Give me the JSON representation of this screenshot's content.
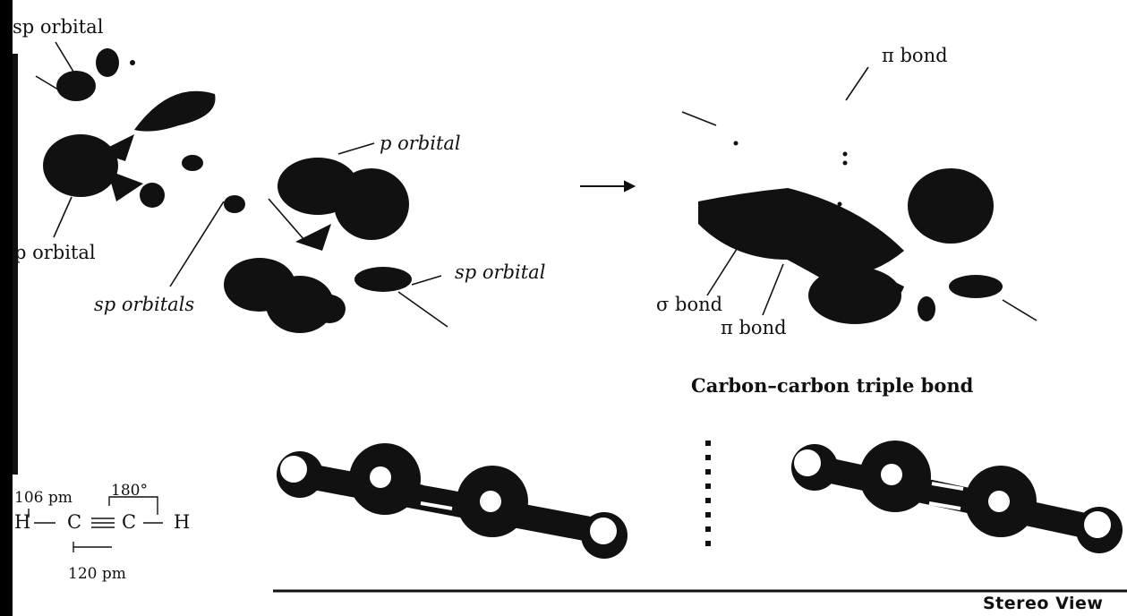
{
  "labels": {
    "sp_orbital_top": "sp orbital",
    "p_orbital_left": "p orbital",
    "sp_orbitals": "sp orbitals",
    "p_orbital_mid": "p orbital",
    "sp_orbital_right": "sp orbital",
    "pi_bond_top": "π bond",
    "sigma_bond": "σ bond",
    "pi_bond_bottom": "π bond",
    "caption": "Carbon–carbon triple bond",
    "stereo_view": "Stereo View"
  },
  "formula": {
    "length_ch": "106 pm",
    "angle": "180°",
    "atom_h_left": "H",
    "atom_c1": "C",
    "atom_c2": "C",
    "atom_h_right": "H",
    "length_cc": "120 pm"
  },
  "colors": {
    "ink": "#111111",
    "paper": "#ffffff"
  }
}
